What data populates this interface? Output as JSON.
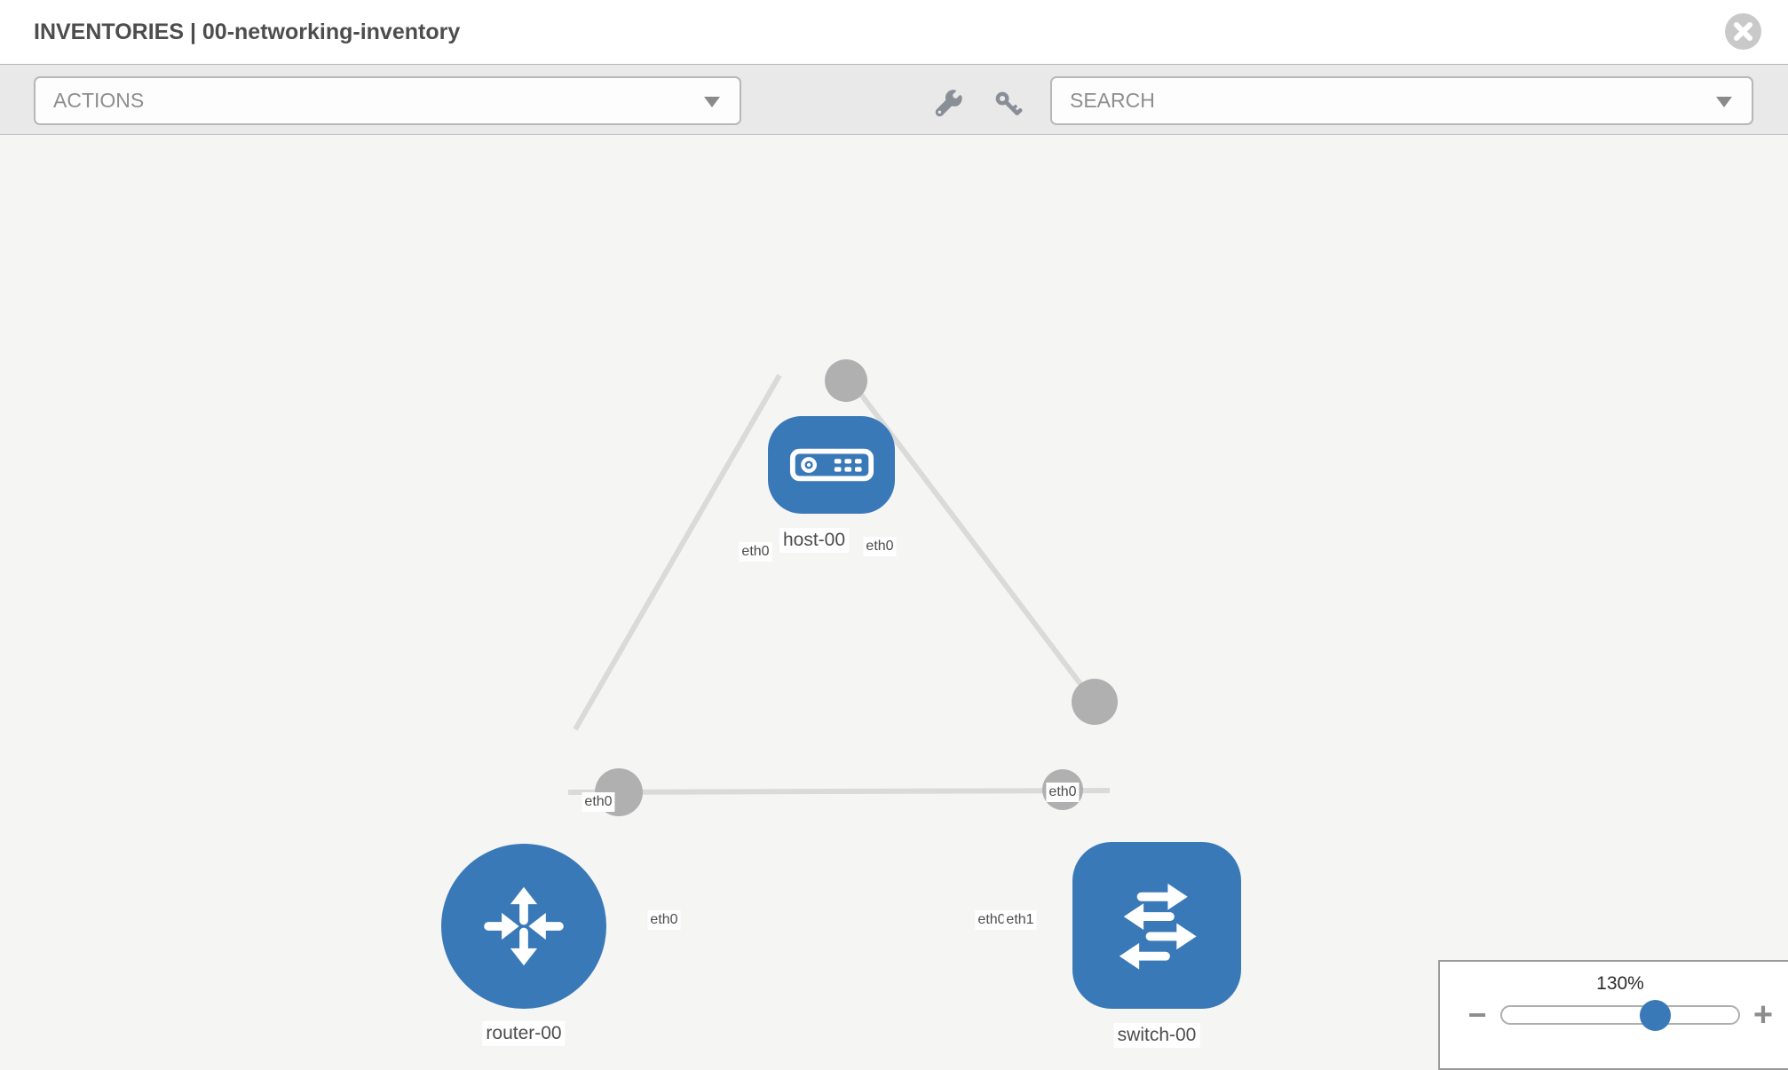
{
  "window": {
    "title": "INVENTORIES | 00-networking-inventory"
  },
  "toolbar": {
    "actions_label": "ACTIONS",
    "search_label": "SEARCH",
    "wrench_icon": "wrench",
    "key_icon": "key"
  },
  "topology": {
    "nodes": [
      {
        "label": "host-00",
        "type": "host"
      },
      {
        "label": "router-00",
        "type": "router"
      },
      {
        "label": "switch-00",
        "type": "switch"
      }
    ],
    "links": [
      {
        "from": "host-00",
        "from_iface": "eth0",
        "to": "router-00",
        "to_iface": "eth0"
      },
      {
        "from": "host-00",
        "from_iface": "eth0",
        "to": "switch-00",
        "to_iface": "eth0"
      },
      {
        "from": "router-00",
        "from_iface": "eth0",
        "to": "switch-00",
        "to_iface": "eth1"
      }
    ],
    "iface_labels": {
      "host_left": "eth0",
      "host_right": "eth0",
      "router_top": "eth0",
      "switch_top": "eth0",
      "router_right": "eth0",
      "switch_left_behind": "eth0",
      "switch_left_front": "eth1"
    }
  },
  "zoom_control": {
    "level": "130%",
    "minus": "−",
    "plus": "+"
  },
  "colors": {
    "node_blue": "#3a79b8",
    "link_gray": "#dadada",
    "port_gray": "#b0b0b0"
  }
}
